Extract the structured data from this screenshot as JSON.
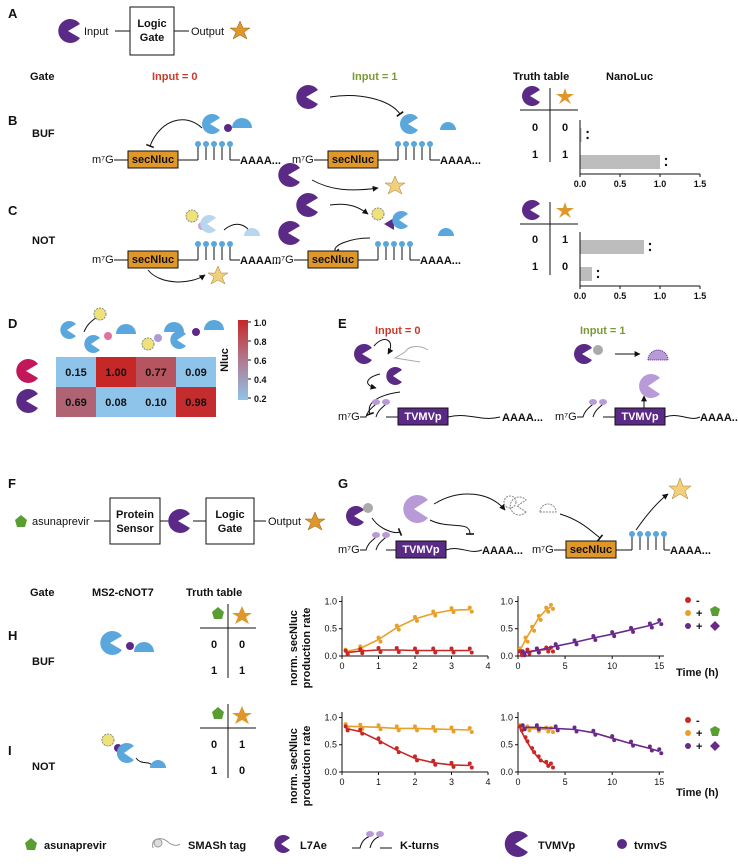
{
  "panels": {
    "A": "A",
    "B": "B",
    "C": "C",
    "D": "D",
    "E": "E",
    "F": "F",
    "G": "G",
    "H": "H",
    "I": "I"
  },
  "panelA": {
    "input": "Input",
    "gate_line1": "Logic",
    "gate_line2": "Gate",
    "output": "Output"
  },
  "header": {
    "gate": "Gate",
    "input0": "Input = 0",
    "input1": "Input = 1",
    "truth": "Truth table",
    "nanoluc": "NanoLuc"
  },
  "construct": {
    "cap": "m⁷G",
    "secnluc": "secNluc",
    "polyA": "AAAA...",
    "tvmvp": "TVMVp"
  },
  "gates": {
    "buf": "BUF",
    "not": "NOT"
  },
  "truthB": [
    [
      "0",
      "0"
    ],
    [
      "1",
      "1"
    ]
  ],
  "truthC": [
    [
      "0",
      "1"
    ],
    [
      "1",
      "0"
    ]
  ],
  "bar_axis_ticks": [
    "0.0",
    "0.5",
    "1.0",
    "1.5"
  ],
  "bars": {
    "B": [
      0.02,
      1.0
    ],
    "C": [
      0.8,
      0.15
    ]
  },
  "heatmap": {
    "label": "Nluc",
    "rows": [
      [
        0.15,
        1.0,
        0.77,
        0.09
      ],
      [
        0.69,
        0.08,
        0.1,
        0.98
      ]
    ],
    "row_text": [
      [
        "0.15",
        "1.00",
        "0.77",
        "0.09"
      ],
      [
        "0.69",
        "0.08",
        "0.10",
        "0.98"
      ]
    ],
    "scale_ticks": [
      "1.0",
      "0.8",
      "0.6",
      "0.4",
      "0.2"
    ]
  },
  "panelE": {
    "input0": "Input = 0",
    "input1": "Input = 1"
  },
  "panelF": {
    "drug": "asunaprevir",
    "sensor_line1": "Protein",
    "sensor_line2": "Sensor",
    "gate_line1": "Logic",
    "gate_line2": "Gate",
    "output": "Output"
  },
  "panelH": {
    "gate_header": "Gate",
    "ms2": "MS2-cNOT7",
    "truth": "Truth table",
    "gate": "BUF",
    "rows": [
      [
        "0",
        "0"
      ],
      [
        "1",
        "1"
      ]
    ]
  },
  "panelI": {
    "gate": "NOT",
    "rows": [
      [
        "0",
        "1"
      ],
      [
        "1",
        "0"
      ]
    ]
  },
  "ylabel1": "norm. secNluc",
  "ylabel2": "production rate",
  "xlabel": "Time (h)",
  "ticks": {
    "y": [
      "0.0",
      "0.5",
      "1.0"
    ],
    "x_short": [
      "0",
      "1",
      "2",
      "3",
      "4"
    ],
    "x_long": [
      "0",
      "5",
      "10",
      "15"
    ]
  },
  "legend_series": [
    {
      "text": "-",
      "color": "#c62828"
    },
    {
      "text": "+",
      "color": "#e8a02a"
    },
    {
      "text": "+",
      "color": "#6a2a8a"
    }
  ],
  "bottom_legend": [
    "asunaprevir",
    "SMASh tag",
    "L7Ae",
    "K-turns",
    "TVMVp",
    "tvmvS"
  ],
  "colors": {
    "purple": "#5b2a86",
    "orange": "#e0972a",
    "red": "#c62828",
    "blue": "#5aa7de",
    "green": "#5a9e33",
    "lpurple": "#b79ad6"
  },
  "chart_data": [
    {
      "type": "scatter",
      "title": "H (short)",
      "xlim": [
        0,
        4
      ],
      "ylim": [
        0,
        1.1
      ],
      "series": [
        {
          "color": "#e8a02a",
          "x": [
            0.1,
            0.5,
            1.0,
            1.5,
            2.0,
            2.5,
            3.0,
            3.5
          ],
          "y": [
            0.08,
            0.14,
            0.3,
            0.52,
            0.68,
            0.78,
            0.84,
            0.85
          ]
        },
        {
          "color": "#c62828",
          "x": [
            0.1,
            0.5,
            1.0,
            1.5,
            2.0,
            2.5,
            3.0,
            3.5
          ],
          "y": [
            0.06,
            0.09,
            0.11,
            0.11,
            0.1,
            0.1,
            0.1,
            0.1
          ]
        }
      ]
    },
    {
      "type": "scatter",
      "title": "H (long)",
      "xlim": [
        0,
        15.5
      ],
      "ylim": [
        0,
        1.1
      ],
      "series": [
        {
          "color": "#e8a02a",
          "x": [
            0.2,
            0.8,
            1.5,
            2.2,
            3.0,
            3.5
          ],
          "y": [
            0.1,
            0.3,
            0.5,
            0.7,
            0.85,
            0.9
          ]
        },
        {
          "color": "#c62828",
          "x": [
            0.2,
            1.0,
            2.0,
            3.0,
            3.5
          ],
          "y": [
            0.05,
            0.08,
            0.1,
            0.12,
            0.12
          ]
        },
        {
          "color": "#6a2a8a",
          "x": [
            0.5,
            2.0,
            4.0,
            6.0,
            8.0,
            10.0,
            12.0,
            14.0,
            15.0
          ],
          "y": [
            0.05,
            0.1,
            0.18,
            0.25,
            0.33,
            0.4,
            0.48,
            0.56,
            0.62
          ]
        }
      ]
    },
    {
      "type": "scatter",
      "title": "I (short)",
      "xlim": [
        0,
        4
      ],
      "ylim": [
        0,
        1.1
      ],
      "series": [
        {
          "color": "#e8a02a",
          "x": [
            0.1,
            0.5,
            1.0,
            1.5,
            2.0,
            2.5,
            3.0,
            3.5
          ],
          "y": [
            0.84,
            0.83,
            0.82,
            0.8,
            0.8,
            0.79,
            0.78,
            0.77
          ]
        },
        {
          "color": "#c62828",
          "x": [
            0.1,
            0.5,
            1.0,
            1.5,
            2.0,
            2.5,
            3.0,
            3.5
          ],
          "y": [
            0.8,
            0.74,
            0.58,
            0.4,
            0.25,
            0.17,
            0.13,
            0.12
          ]
        }
      ]
    },
    {
      "type": "scatter",
      "title": "I (long)",
      "xlim": [
        0,
        15.5
      ],
      "ylim": [
        0,
        1.1
      ],
      "series": [
        {
          "color": "#e8a02a",
          "x": [
            0.2,
            1.0,
            2.0,
            3.0,
            3.5
          ],
          "y": [
            0.82,
            0.8,
            0.79,
            0.78,
            0.77
          ]
        },
        {
          "color": "#c62828",
          "x": [
            0.2,
            0.8,
            1.5,
            2.2,
            3.0,
            3.5
          ],
          "y": [
            0.8,
            0.6,
            0.4,
            0.25,
            0.15,
            0.12
          ]
        },
        {
          "color": "#6a2a8a",
          "x": [
            0.5,
            2.0,
            4.0,
            6.0,
            8.0,
            10.0,
            12.0,
            14.0,
            15.0
          ],
          "y": [
            0.82,
            0.82,
            0.8,
            0.78,
            0.72,
            0.62,
            0.52,
            0.43,
            0.38
          ]
        }
      ]
    }
  ]
}
